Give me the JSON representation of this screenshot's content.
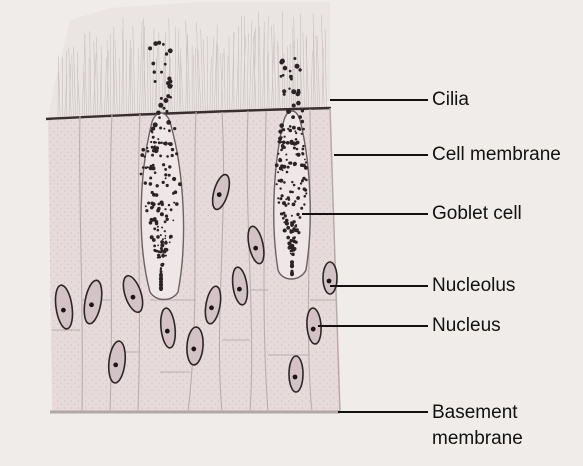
{
  "diagram": {
    "labels": {
      "cilia": "Cilia",
      "cell_membrane": "Cell membrane",
      "goblet_cell": "Goblet cell",
      "nucleolus": "Nucleolus",
      "nucleus": "Nucleus",
      "basement_line1": "Basement",
      "basement_line2": "membrane"
    }
  }
}
